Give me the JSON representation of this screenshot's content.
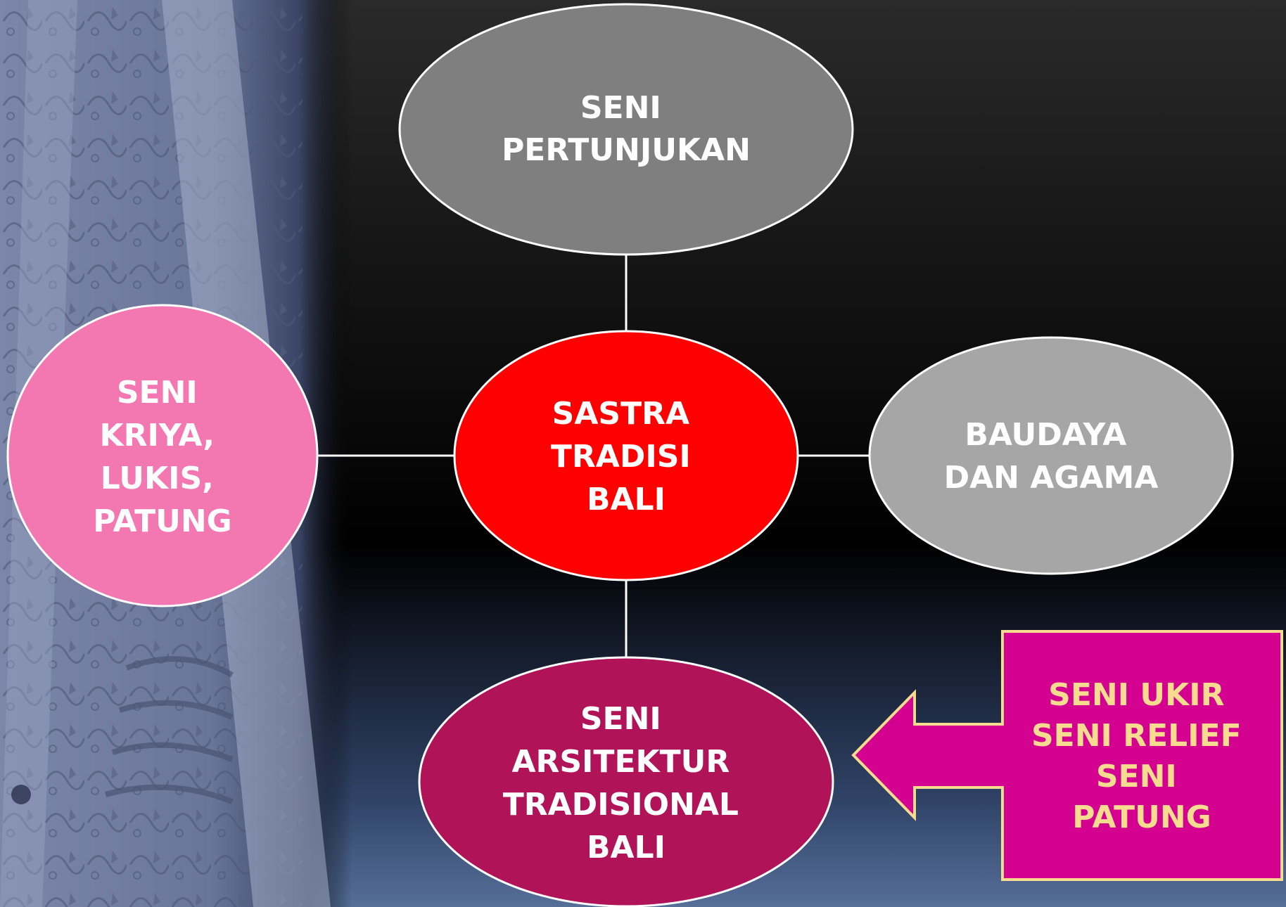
{
  "diagram": {
    "nodes": [
      {
        "id": "center",
        "lines": [
          "SASTRA",
          "TRADISI",
          "BALI"
        ],
        "fill": "#ff0000"
      },
      {
        "id": "top",
        "lines": [
          "SENI",
          "PERTUNJUKAN"
        ],
        "fill": "#7f7f7f"
      },
      {
        "id": "right",
        "lines": [
          "BAUDAYA",
          "DAN AGAMA"
        ],
        "fill": "#a6a6a6"
      },
      {
        "id": "left",
        "lines": [
          "SENI",
          "KRIYA,",
          "LUKIS,",
          "PATUNG"
        ],
        "fill": "#f377b1"
      },
      {
        "id": "bottom",
        "lines": [
          "SENI",
          "ARSITEKTUR",
          "TRADISIONAL",
          "BALI"
        ],
        "fill": "#b01357"
      }
    ],
    "edges": [
      {
        "from": "center",
        "to": "top"
      },
      {
        "from": "center",
        "to": "right"
      },
      {
        "from": "center",
        "to": "left"
      },
      {
        "from": "center",
        "to": "bottom"
      }
    ],
    "callout": {
      "lines": [
        "SENI UKIR",
        "SENI RELIEF",
        "SENI",
        "PATUNG"
      ],
      "fill": "#d4008f",
      "border": "#f7dc8f",
      "text_color": "#f7dc8f",
      "points_to": "bottom"
    }
  },
  "background": {
    "photo": "carved-wood-relief-image"
  }
}
